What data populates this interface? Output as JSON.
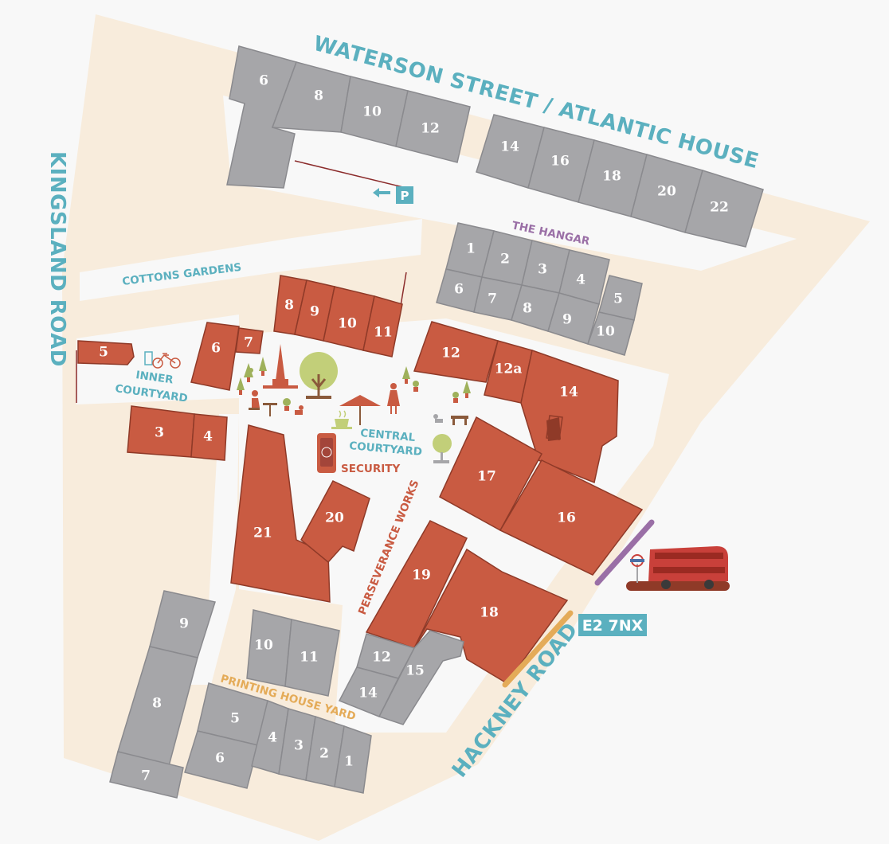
{
  "streets": {
    "waterson": "WATERSON STREET / ATLANTIC HOUSE",
    "kingsland": "KINGSLAND ROAD",
    "hackney": "HACKNEY ROAD",
    "cottons": "COTTONS GARDENS",
    "perseverance": "PERSEVERANCE WORKS",
    "printing": "PRINTING HOUSE YARD"
  },
  "areas": {
    "hangar": "THE HANGAR",
    "inner_courtyard_1": "INNER",
    "inner_courtyard_2": "COURTYARD",
    "central_courtyard_1": "CENTRAL",
    "central_courtyard_2": "COURTYARD",
    "security": "SECURITY"
  },
  "postcode": "E2 7NX",
  "parking": "P",
  "buildings": {
    "waterson": [
      "6",
      "8",
      "10",
      "12",
      "14",
      "16",
      "18",
      "20",
      "22"
    ],
    "hangar": [
      "1",
      "2",
      "3",
      "4",
      "5",
      "6",
      "7",
      "8",
      "9",
      "10"
    ],
    "inner": [
      "5",
      "6",
      "7",
      "8",
      "9",
      "10",
      "11",
      "3",
      "4"
    ],
    "central": [
      "12",
      "12a",
      "14",
      "17",
      "16",
      "21",
      "20",
      "19",
      "18"
    ],
    "south": [
      "10",
      "11",
      "12",
      "14",
      "15",
      "9",
      "8",
      "7",
      "5",
      "6",
      "4",
      "3",
      "2",
      "1"
    ]
  },
  "colors": {
    "ground": "#f8ecdc",
    "grey_building": "#a6a6a9",
    "red_building": "#c95b42",
    "street_blue": "#5bb0bf",
    "hangar_purple": "#9a6fa6",
    "printing_orange": "#e4ab58",
    "perseverance_red": "#c95b42",
    "bus_red": "#c9403a"
  },
  "icons": [
    "bicycle-icon",
    "church-spire-icon",
    "tree-icon",
    "umbrella-table-icon",
    "coffee-cup-icon",
    "person-icon",
    "dog-icon",
    "bench-icon",
    "security-phone-icon",
    "bust-statue-icon",
    "bus-icon",
    "bus-stop-icon",
    "parking-icon",
    "arrow-left-icon"
  ]
}
